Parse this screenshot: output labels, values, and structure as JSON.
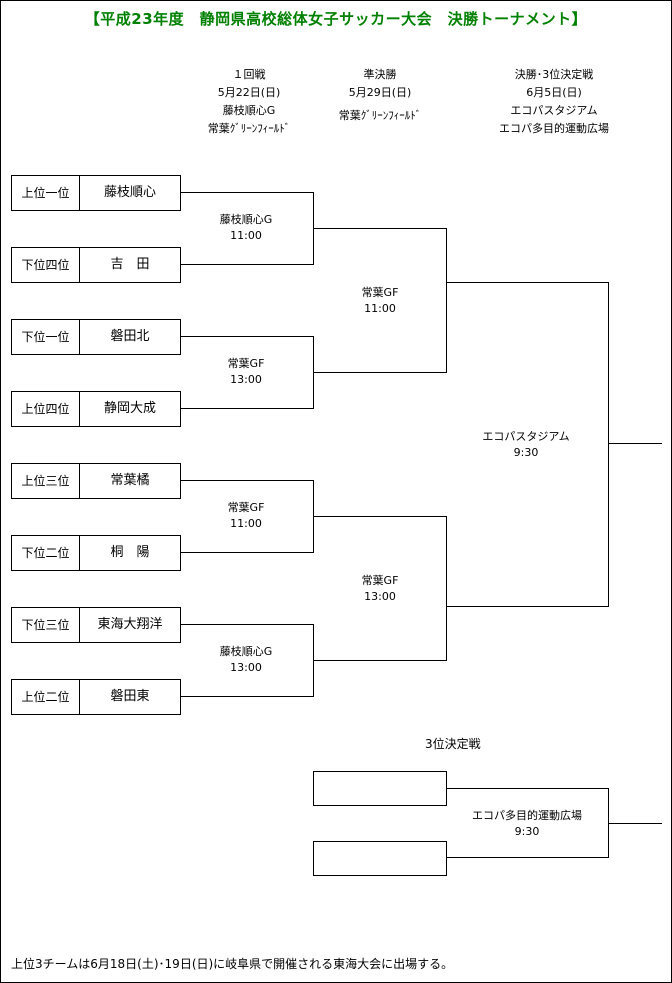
{
  "title": "【平成23年度　静岡県高校総体女子サッカー大会　決勝トーナメント】",
  "rounds": [
    {
      "lines": [
        "１回戦",
        "5月22日(日)",
        "藤枝順心G",
        "常葉ｸﾞﾘｰﾝﾌｨｰﾙﾄﾞ"
      ]
    },
    {
      "lines": [
        "準決勝",
        "5月29日(日)",
        "常葉ｸﾞﾘｰﾝﾌｨｰﾙﾄﾞ"
      ]
    },
    {
      "lines": [
        "決勝･3位決定戦",
        "6月5日(日)",
        "エコパスタジアム",
        "エコパ多目的運動広場"
      ]
    }
  ],
  "teams": [
    {
      "seed": "上位一位",
      "name": "藤枝順心"
    },
    {
      "seed": "下位四位",
      "name": "吉　田"
    },
    {
      "seed": "下位一位",
      "name": "磐田北"
    },
    {
      "seed": "上位四位",
      "name": "静岡大成"
    },
    {
      "seed": "上位三位",
      "name": "常葉橘"
    },
    {
      "seed": "下位二位",
      "name": "桐　陽"
    },
    {
      "seed": "下位三位",
      "name": "東海大翔洋"
    },
    {
      "seed": "上位二位",
      "name": "磐田東"
    }
  ],
  "matches": {
    "r1": [
      {
        "venue": "藤枝順心G",
        "time": "11:00"
      },
      {
        "venue": "常葉GF",
        "time": "13:00"
      },
      {
        "venue": "常葉GF",
        "time": "11:00"
      },
      {
        "venue": "藤枝順心G",
        "time": "13:00"
      }
    ],
    "semi": [
      {
        "venue": "常葉GF",
        "time": "11:00"
      },
      {
        "venue": "常葉GF",
        "time": "13:00"
      }
    ],
    "final": {
      "venue": "エコパスタジアム",
      "time": "9:30"
    },
    "third": {
      "heading": "3位決定戦",
      "venue": "エコパ多目的運動広場",
      "time": "9:30"
    }
  },
  "footer": "上位3チームは6月18日(土)･19日(日)に岐阜県で開催される東海大会に出場する。"
}
